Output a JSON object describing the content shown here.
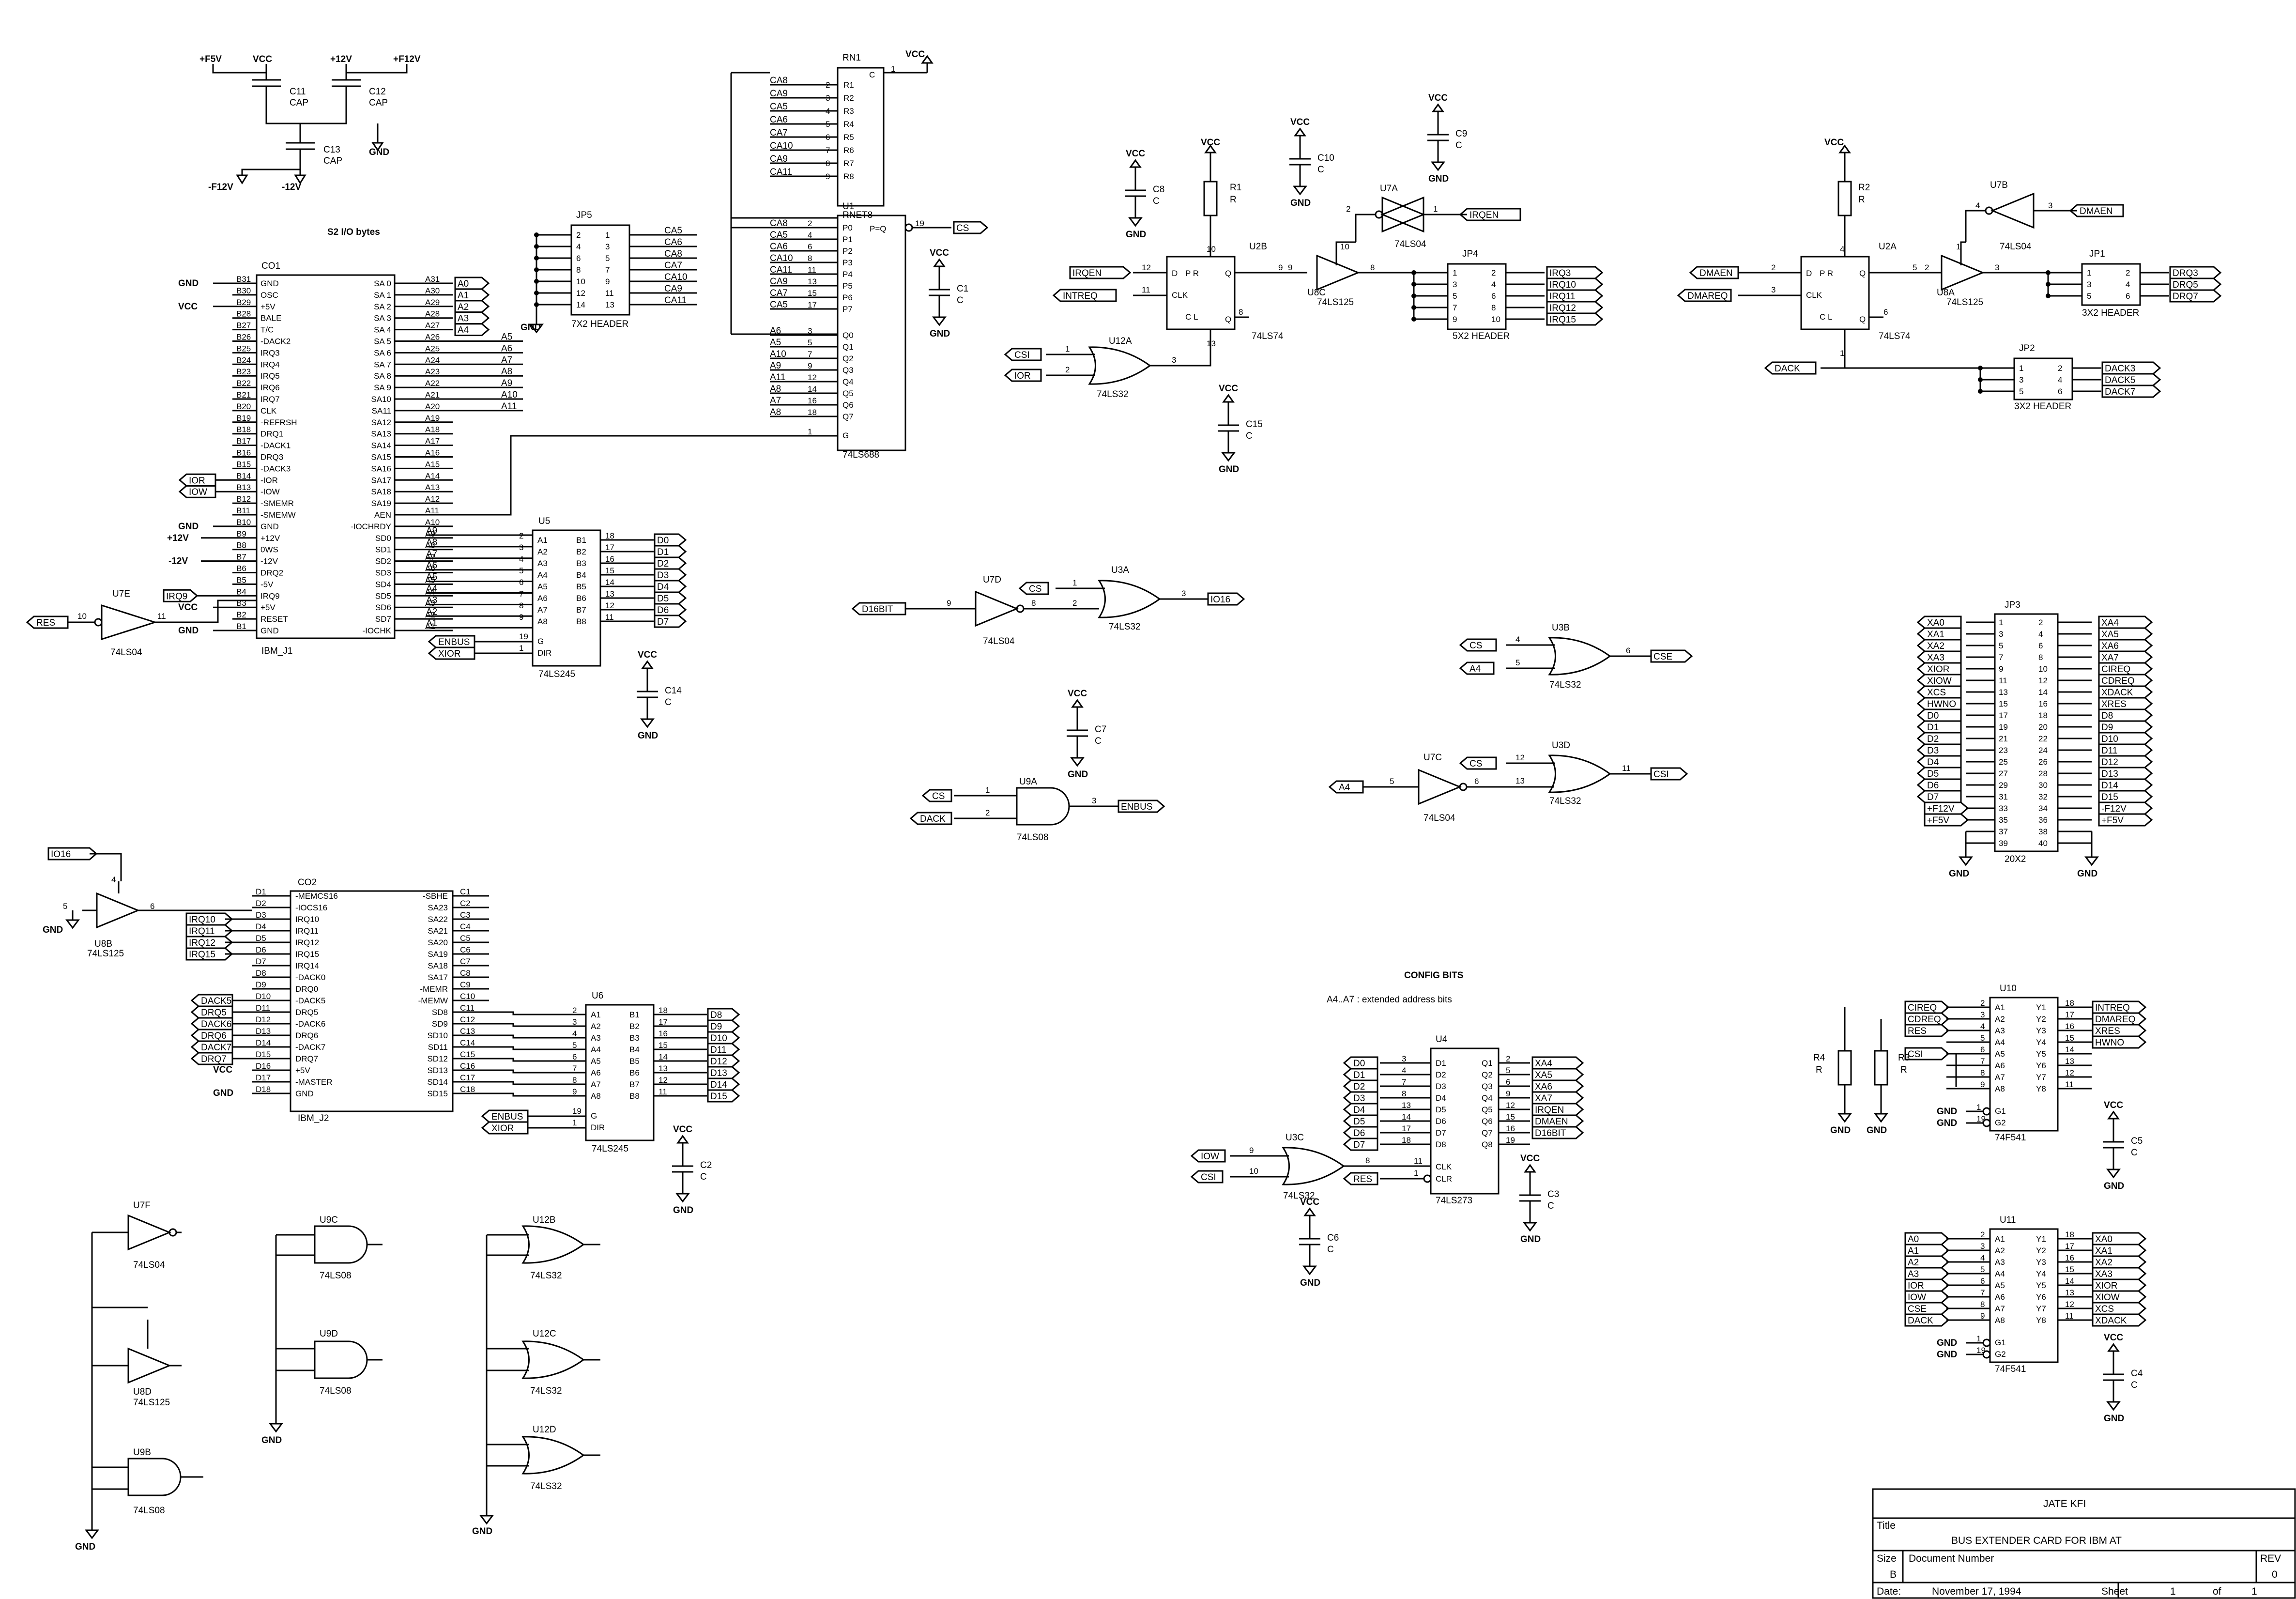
{
  "power": {
    "p5v": "+F5V",
    "vcc": "VCC",
    "p12v": "+12V",
    "pf12v": "+F12V",
    "c11": "C11",
    "c11v": "CAP",
    "c12": "C12",
    "c12v": "CAP",
    "c13": "C13",
    "c13v": "CAP",
    "nf12v": "-F12V",
    "n12v": "-12V",
    "gnd": "GND"
  },
  "io_title": "S2 I/O bytes",
  "co1": {
    "name": "CO1",
    "ref": "IBM_J1",
    "lpins": [
      "B31",
      "B30",
      "B29",
      "B28",
      "B27",
      "B26",
      "B25",
      "B24",
      "B23",
      "B22",
      "B21",
      "B20",
      "B19",
      "B18",
      "B17",
      "B16",
      "B15",
      "B14",
      "B13",
      "B12",
      "B11",
      "B10",
      "B9",
      "B8",
      "B7",
      "B6",
      "B5",
      "B4",
      "B3",
      "B2",
      "B1"
    ],
    "lnames": [
      "GND",
      "OSC",
      "+5V",
      "BALE",
      "T/C",
      "-DACK2",
      "IRQ3",
      "IRQ4",
      "IRQ5",
      "IRQ6",
      "IRQ7",
      "CLK",
      "-REFRSH",
      "DRQ1",
      "-DACK1",
      "DRQ3",
      "-DACK3",
      "-IOR",
      "-IOW",
      "-SMEMR",
      "-SMEMW",
      "GND",
      "+12V",
      "0WS",
      "-12V",
      "DRQ2",
      "-5V",
      "IRQ9",
      "+5V",
      "RESET",
      "GND"
    ],
    "rpins": [
      "A31",
      "A30",
      "A29",
      "A28",
      "A27",
      "A26",
      "A25",
      "A24",
      "A23",
      "A22",
      "A21",
      "A20",
      "A19",
      "A18",
      "A17",
      "A16",
      "A15",
      "A14",
      "A13",
      "A12",
      "A11",
      "A10",
      "A9",
      "A8",
      "A7",
      "A6",
      "A5",
      "A4",
      "A3",
      "A2",
      "A1"
    ],
    "rnames": [
      "SA 0",
      "SA 1",
      "SA 2",
      "SA 3",
      "SA 4",
      "SA 5",
      "SA 6",
      "SA 7",
      "SA 8",
      "SA 9",
      "SA10",
      "SA11",
      "SA12",
      "SA13",
      "SA14",
      "SA15",
      "SA16",
      "SA17",
      "SA18",
      "SA19",
      "AEN",
      "-IOCHRDY",
      "SD0",
      "SD1",
      "SD2",
      "SD3",
      "SD4",
      "SD5",
      "SD6",
      "SD7",
      "-IOCHK"
    ],
    "rlabels": [
      "A0",
      "A1",
      "A2",
      "A3",
      "A4",
      "A5",
      "A6",
      "A7",
      "A8",
      "A9",
      "A10",
      "A11"
    ],
    "netL": {
      "gnd1": "GND",
      "vcc": "VCC",
      "ior": "IOR",
      "iow": "IOW",
      "gnd2": "GND",
      "p12": "+12V",
      "n12": "-12V",
      "irq9": "IRQ9",
      "vcc2": "VCC",
      "gnd3": "GND",
      "res": "RES"
    },
    "dlabels": [
      "A9",
      "A8",
      "A7",
      "A6",
      "A5",
      "A4",
      "A3",
      "A2",
      "A1"
    ]
  },
  "u7e": {
    "name": "U7E",
    "part": "74LS04",
    "pin_in": "10",
    "pin_out": "11"
  },
  "jp5": {
    "name": "JP5",
    "part": "7X2 HEADER",
    "lpins": [
      "2",
      "4",
      "6",
      "8",
      "10",
      "12",
      "14"
    ],
    "rpins": [
      "1",
      "3",
      "5",
      "7",
      "9",
      "11",
      "13"
    ],
    "nets": [
      "CA5",
      "CA6",
      "CA8",
      "CA7",
      "CA10",
      "CA9",
      "CA11"
    ],
    "gnd": "GND"
  },
  "rn1": {
    "name": "RN1",
    "part": "RNET8",
    "pins": [
      "2",
      "3",
      "4",
      "5",
      "6",
      "7",
      "8",
      "9"
    ],
    "names": [
      "R1",
      "R2",
      "R3",
      "R4",
      "R5",
      "R6",
      "R7",
      "R8"
    ],
    "nets": [
      "CA8",
      "CA9",
      "CA5",
      "CA6",
      "CA7",
      "CA10",
      "CA9",
      "CA11"
    ],
    "com": "C",
    "compin": "1",
    "vcc": "VCC"
  },
  "u1": {
    "name": "U1",
    "part": "74LS688",
    "ppins": [
      "2",
      "4",
      "6",
      "8",
      "11",
      "13",
      "15",
      "17"
    ],
    "pnames": [
      "P0",
      "P1",
      "P2",
      "P3",
      "P4",
      "P5",
      "P6",
      "P7"
    ],
    "pnets": [
      "CA8",
      "CA5",
      "CA6",
      "CA10",
      "CA11",
      "CA9",
      "CA7",
      "CA5"
    ],
    "qpins": [
      "3",
      "5",
      "7",
      "9",
      "12",
      "14",
      "16",
      "18"
    ],
    "qnames": [
      "Q0",
      "Q1",
      "Q2",
      "Q3",
      "Q4",
      "Q5",
      "Q6",
      "Q7"
    ],
    "qnets": [
      "A6",
      "A5",
      "A10",
      "A9",
      "A11",
      "A8",
      "A7",
      "A8"
    ],
    "g": "G",
    "gpin": "1",
    "out": "P=Q",
    "outpin": "19",
    "cs": "CS"
  },
  "c1": {
    "name": "C1",
    "val": "C",
    "vcc": "VCC",
    "gnd": "GND"
  },
  "u5": {
    "name": "U5",
    "part": "74LS245",
    "apins": [
      "2",
      "3",
      "4",
      "5",
      "6",
      "7",
      "8",
      "9"
    ],
    "an": [
      "A1",
      "A2",
      "A3",
      "A4",
      "A5",
      "A6",
      "A7",
      "A8"
    ],
    "bn": [
      "B1",
      "B2",
      "B3",
      "B4",
      "B5",
      "B6",
      "B7",
      "B8"
    ],
    "bpins": [
      "18",
      "17",
      "16",
      "15",
      "14",
      "13",
      "12",
      "11"
    ],
    "dnets": [
      "D0",
      "D1",
      "D2",
      "D3",
      "D4",
      "D5",
      "D6",
      "D7"
    ],
    "g": "G",
    "dir": "DIR",
    "gpin": "19",
    "dirpin": "1",
    "enbus": "ENBUS",
    "xior": "XIOR"
  },
  "c14": {
    "name": "C14",
    "val": "C",
    "vcc": "VCC",
    "gnd": "GND"
  },
  "u2b": {
    "name": "U2B",
    "part": "74LS74",
    "d": "D",
    "clk": "CLK",
    "q": "Q",
    "qn": "Q",
    "p": "P R",
    "c": "C L",
    "irqen": "IRQEN",
    "intreq": "INTREQ",
    "pin12": "12",
    "pin11": "11",
    "pin9": "9",
    "pin8": "8",
    "pin10": "10",
    "pin13": "13"
  },
  "r1": {
    "name": "R1",
    "val": "R",
    "vcc": "VCC"
  },
  "c8": {
    "name": "C8",
    "val": "C",
    "vcc": "VCC",
    "gnd": "GND"
  },
  "c10": {
    "name": "C10",
    "val": "C",
    "vcc": "VCC",
    "gnd": "GND"
  },
  "c9": {
    "name": "C9",
    "val": "C",
    "vcc": "VCC",
    "gnd": "GND"
  },
  "u7a": {
    "name": "U7A",
    "part": "74LS04",
    "irqen": "IRQEN",
    "pin2": "2",
    "pin1": "1"
  },
  "u8c": {
    "name": "U8C",
    "part": "74LS125",
    "pin9": "9",
    "pin8": "8",
    "pin10": "10"
  },
  "jp4": {
    "name": "JP4",
    "part": "5X2 HEADER",
    "lp": [
      "1",
      "3",
      "5",
      "7",
      "9"
    ],
    "rp": [
      "2",
      "4",
      "6",
      "8",
      "10"
    ],
    "nets": [
      "IRQ3",
      "IRQ10",
      "IRQ11",
      "IRQ12",
      "IRQ15"
    ]
  },
  "u12a": {
    "name": "U12A",
    "part": "74LS32",
    "in1": "CSI",
    "in2": "IOR",
    "p1": "1",
    "p2": "2",
    "p3": "3"
  },
  "c15": {
    "name": "C15",
    "val": "C",
    "vcc": "VCC",
    "gnd": "GND"
  },
  "u2a": {
    "name": "U2A",
    "part": "74LS74",
    "dmaen": "DMAEN",
    "dmareq": "DMAREQ",
    "pin2": "2",
    "pin3": "3",
    "pin5": "5",
    "pin6": "6",
    "pin1": "1",
    "pin4": "4",
    "dack": "DACK"
  },
  "r2": {
    "name": "R2",
    "val": "R",
    "vcc": "VCC"
  },
  "u7b": {
    "name": "U7B",
    "part": "74LS04",
    "net": "DMAEN",
    "p4": "4",
    "p3": "3"
  },
  "u8a": {
    "name": "U8A",
    "part": "74LS125",
    "p1": "1",
    "p2": "2",
    "p3": "3"
  },
  "jp1": {
    "name": "JP1",
    "part": "3X2 HEADER",
    "lp": [
      "1",
      "3",
      "5"
    ],
    "rp": [
      "2",
      "4",
      "6"
    ],
    "nets": [
      "DRQ3",
      "DRQ5",
      "DRQ7"
    ]
  },
  "jp2": {
    "name": "JP2",
    "part": "3X2 HEADER",
    "lp": [
      "1",
      "3",
      "5"
    ],
    "rp": [
      "2",
      "4",
      "6"
    ],
    "nets": [
      "DACK3",
      "DACK5",
      "DACK7"
    ]
  },
  "u7d": {
    "name": "U7D",
    "part": "74LS04",
    "in": "D16BIT",
    "p9": "9",
    "p8": "8"
  },
  "u3a": {
    "name": "U3A",
    "part": "74LS32",
    "cs": "CS",
    "out": "IO16",
    "p1": "1",
    "p2": "2",
    "p3": "3"
  },
  "u9a": {
    "name": "U9A",
    "part": "74LS08",
    "cs": "CS",
    "dack": "DACK",
    "out": "ENBUS",
    "p1": "1",
    "p2": "2",
    "p3": "3"
  },
  "c7": {
    "name": "C7",
    "val": "C",
    "vcc": "VCC",
    "gnd": "GND"
  },
  "u3b": {
    "name": "U3B",
    "part": "74LS32",
    "cs": "CS",
    "a4": "A4",
    "out": "CSE",
    "p4": "4",
    "p5": "5",
    "p6": "6"
  },
  "u7c": {
    "name": "U7C",
    "part": "74LS04",
    "a4": "A4",
    "p5": "5",
    "p6": "6"
  },
  "u3d": {
    "name": "U3D",
    "part": "74LS32",
    "cs": "CS",
    "out": "CSI",
    "p12": "12",
    "p13": "13",
    "p11": "11"
  },
  "jp3": {
    "name": "JP3",
    "part": "20X2",
    "left": [
      "XA0",
      "XA1",
      "XA2",
      "XA3",
      "XIOR",
      "XIOW",
      "XCS",
      "HWNO",
      "D0",
      "D1",
      "D2",
      "D3",
      "D4",
      "D5",
      "D6",
      "D7",
      "+F12V",
      "+F5V",
      "",
      ""
    ],
    "right": [
      "XA4",
      "XA5",
      "XA6",
      "XA7",
      "CIREQ",
      "CDREQ",
      "XDACK",
      "XRES",
      "D8",
      "D9",
      "D10",
      "D11",
      "D12",
      "D13",
      "D14",
      "D15",
      "-F12V",
      "+F5V",
      "",
      ""
    ],
    "gnd": "GND"
  },
  "co2": {
    "name": "CO2",
    "ref": "IBM_J2",
    "lpins": [
      "D1",
      "D2",
      "D3",
      "D4",
      "D5",
      "D6",
      "D7",
      "D8",
      "D9",
      "D10",
      "D11",
      "D12",
      "D13",
      "D14",
      "D15",
      "D16",
      "D17",
      "D18"
    ],
    "lnames": [
      "-MEMCS16",
      "-IOCS16",
      "IRQ10",
      "IRQ11",
      "IRQ12",
      "IRQ15",
      "IRQ14",
      "-DACK0",
      "DRQ0",
      "-DACK5",
      "DRQ5",
      "-DACK6",
      "DRQ6",
      "-DACK7",
      "DRQ7",
      "+5V",
      "-MASTER",
      "GND"
    ],
    "rnames": [
      "-SBHE",
      "SA23",
      "SA22",
      "SA21",
      "SA20",
      "SA19",
      "SA18",
      "SA17",
      "-MEMR",
      "-MEMW",
      "SD8",
      "SD9",
      "SD10",
      "SD11",
      "SD12",
      "SD13",
      "SD14",
      "SD15"
    ],
    "rpins": [
      "C1",
      "C2",
      "C3",
      "C4",
      "C5",
      "C6",
      "C7",
      "C8",
      "C9",
      "C10",
      "C11",
      "C12",
      "C13",
      "C14",
      "C15",
      "C16",
      "C17",
      "C18"
    ],
    "irqs": [
      "IRQ10",
      "IRQ11",
      "IRQ12",
      "IRQ15"
    ],
    "dacks": [
      "DACK5",
      "DRQ5",
      "DACK6",
      "DRQ6",
      "DACK7",
      "DRQ7"
    ],
    "io16": "IO16",
    "vcc": "VCC",
    "gnd": "GND",
    "gnd2": "GND"
  },
  "u8b": {
    "name": "U8B",
    "part": "74LS125",
    "p4": "4",
    "p5": "5",
    "p6": "6",
    "gnd": "GND"
  },
  "u6": {
    "name": "U6",
    "part": "74LS245",
    "apins": [
      "2",
      "3",
      "4",
      "5",
      "6",
      "7",
      "8",
      "9"
    ],
    "an": [
      "A1",
      "A2",
      "A3",
      "A4",
      "A5",
      "A6",
      "A7",
      "A8"
    ],
    "bn": [
      "B1",
      "B2",
      "B3",
      "B4",
      "B5",
      "B6",
      "B7",
      "B8"
    ],
    "bpins": [
      "18",
      "17",
      "16",
      "15",
      "14",
      "13",
      "12",
      "11"
    ],
    "dnets": [
      "D8",
      "D9",
      "D10",
      "D11",
      "D12",
      "D13",
      "D14",
      "D15"
    ],
    "g": "G",
    "dir": "DIR",
    "gpin": "19",
    "dirpin": "1",
    "enbus": "ENBUS",
    "xior": "XIOR"
  },
  "c2": {
    "name": "C2",
    "val": "C",
    "vcc": "VCC",
    "gnd": "GND"
  },
  "spares": {
    "u7f": "U7F",
    "u7fp": "74LS04",
    "u8d": "U8D",
    "u8dp": "74LS125",
    "u9b": "U9B",
    "u9bp": "74LS08",
    "u9c": "U9C",
    "u9cp": "74LS08",
    "u9d": "U9D",
    "u9dp": "74LS08",
    "u12b": "U12B",
    "u12bp": "74LS32",
    "u12c": "U12C",
    "u12cp": "74LS32",
    "u12d": "U12D",
    "u12dp": "74LS32",
    "gnd": "GND"
  },
  "config": {
    "title": "CONFIG BITS",
    "sub": "A4..A7 : extended address bits"
  },
  "u4": {
    "name": "U4",
    "part": "74LS273",
    "dpins": [
      "3",
      "4",
      "7",
      "8",
      "13",
      "14",
      "17",
      "18"
    ],
    "dn": [
      "D1",
      "D2",
      "D3",
      "D4",
      "D5",
      "D6",
      "D7",
      "D8"
    ],
    "qn": [
      "Q1",
      "Q2",
      "Q3",
      "Q4",
      "Q5",
      "Q6",
      "Q7",
      "Q8"
    ],
    "qpins": [
      "2",
      "5",
      "6",
      "9",
      "12",
      "15",
      "16",
      "19"
    ],
    "dnets": [
      "D0",
      "D1",
      "D2",
      "D3",
      "D4",
      "D5",
      "D6",
      "D7"
    ],
    "qnets": [
      "XA4",
      "XA5",
      "XA6",
      "XA7",
      "IRQEN",
      "DMAEN",
      "D16BIT",
      ""
    ],
    "clk": "CLK",
    "clr": "CLR",
    "clkpin": "11",
    "clrpin": "1",
    "res": "RES"
  },
  "u3c": {
    "name": "U3C",
    "part": "74LS32",
    "iow": "IOW",
    "csi": "CSI",
    "p9": "9",
    "p10": "10",
    "p8": "8"
  },
  "c3": {
    "name": "C3",
    "val": "C",
    "vcc": "VCC",
    "gnd": "GND"
  },
  "c6": {
    "name": "C6",
    "val": "C",
    "vcc": "VCC",
    "gnd": "GND"
  },
  "u10": {
    "name": "U10",
    "part": "74F541",
    "apins": [
      "2",
      "3",
      "4",
      "5",
      "6",
      "7",
      "8",
      "9"
    ],
    "an": [
      "A1",
      "A2",
      "A3",
      "A4",
      "A5",
      "A6",
      "A7",
      "A8"
    ],
    "yn": [
      "Y1",
      "Y2",
      "Y3",
      "Y4",
      "Y5",
      "Y6",
      "Y7",
      "Y8"
    ],
    "ypins": [
      "18",
      "17",
      "16",
      "15",
      "14",
      "13",
      "12",
      "11"
    ],
    "inets": [
      "CIREQ",
      "CDREQ",
      "RES",
      "",
      "CSI",
      "",
      "",
      ""
    ],
    "onets": [
      "INTREQ",
      "DMAREQ",
      "XRES",
      "HWNO",
      "",
      "",
      "",
      ""
    ],
    "g1": "G1",
    "g2": "G2",
    "g1p": "1",
    "g2p": "19",
    "gnd": "GND",
    "r4": "R4",
    "r3": "R3",
    "rv": "R"
  },
  "c5": {
    "name": "C5",
    "val": "C",
    "vcc": "VCC",
    "gnd": "GND"
  },
  "u11": {
    "name": "U11",
    "part": "74F541",
    "apins": [
      "2",
      "3",
      "4",
      "5",
      "6",
      "7",
      "8",
      "9"
    ],
    "an": [
      "A1",
      "A2",
      "A3",
      "A4",
      "A5",
      "A6",
      "A7",
      "A8"
    ],
    "yn": [
      "Y1",
      "Y2",
      "Y3",
      "Y4",
      "Y5",
      "Y6",
      "Y7",
      "Y8"
    ],
    "ypins": [
      "18",
      "17",
      "16",
      "15",
      "14",
      "13",
      "12",
      "11"
    ],
    "inets": [
      "A0",
      "A1",
      "A2",
      "A3",
      "IOR",
      "IOW",
      "CSE",
      "DACK"
    ],
    "onets": [
      "XA0",
      "XA1",
      "XA2",
      "XA3",
      "XIOR",
      "XIOW",
      "XCS",
      "XDACK"
    ],
    "g1": "G1",
    "g2": "G2",
    "g1p": "1",
    "g2p": "19",
    "gnd": "GND"
  },
  "c4": {
    "name": "C4",
    "val": "C",
    "vcc": "VCC",
    "gnd": "GND"
  },
  "titleblock": {
    "company": "JATE KFI",
    "title_label": "Title",
    "title": "BUS EXTENDER CARD FOR IBM AT",
    "size_label": "Size",
    "size": "B",
    "doc_label": "Document Number",
    "rev_label": "REV",
    "rev": "0",
    "date_label": "Date:",
    "date": "November 17, 1994",
    "sheet_label": "Sheet",
    "sheet": "1",
    "of": "of",
    "total": "1"
  }
}
